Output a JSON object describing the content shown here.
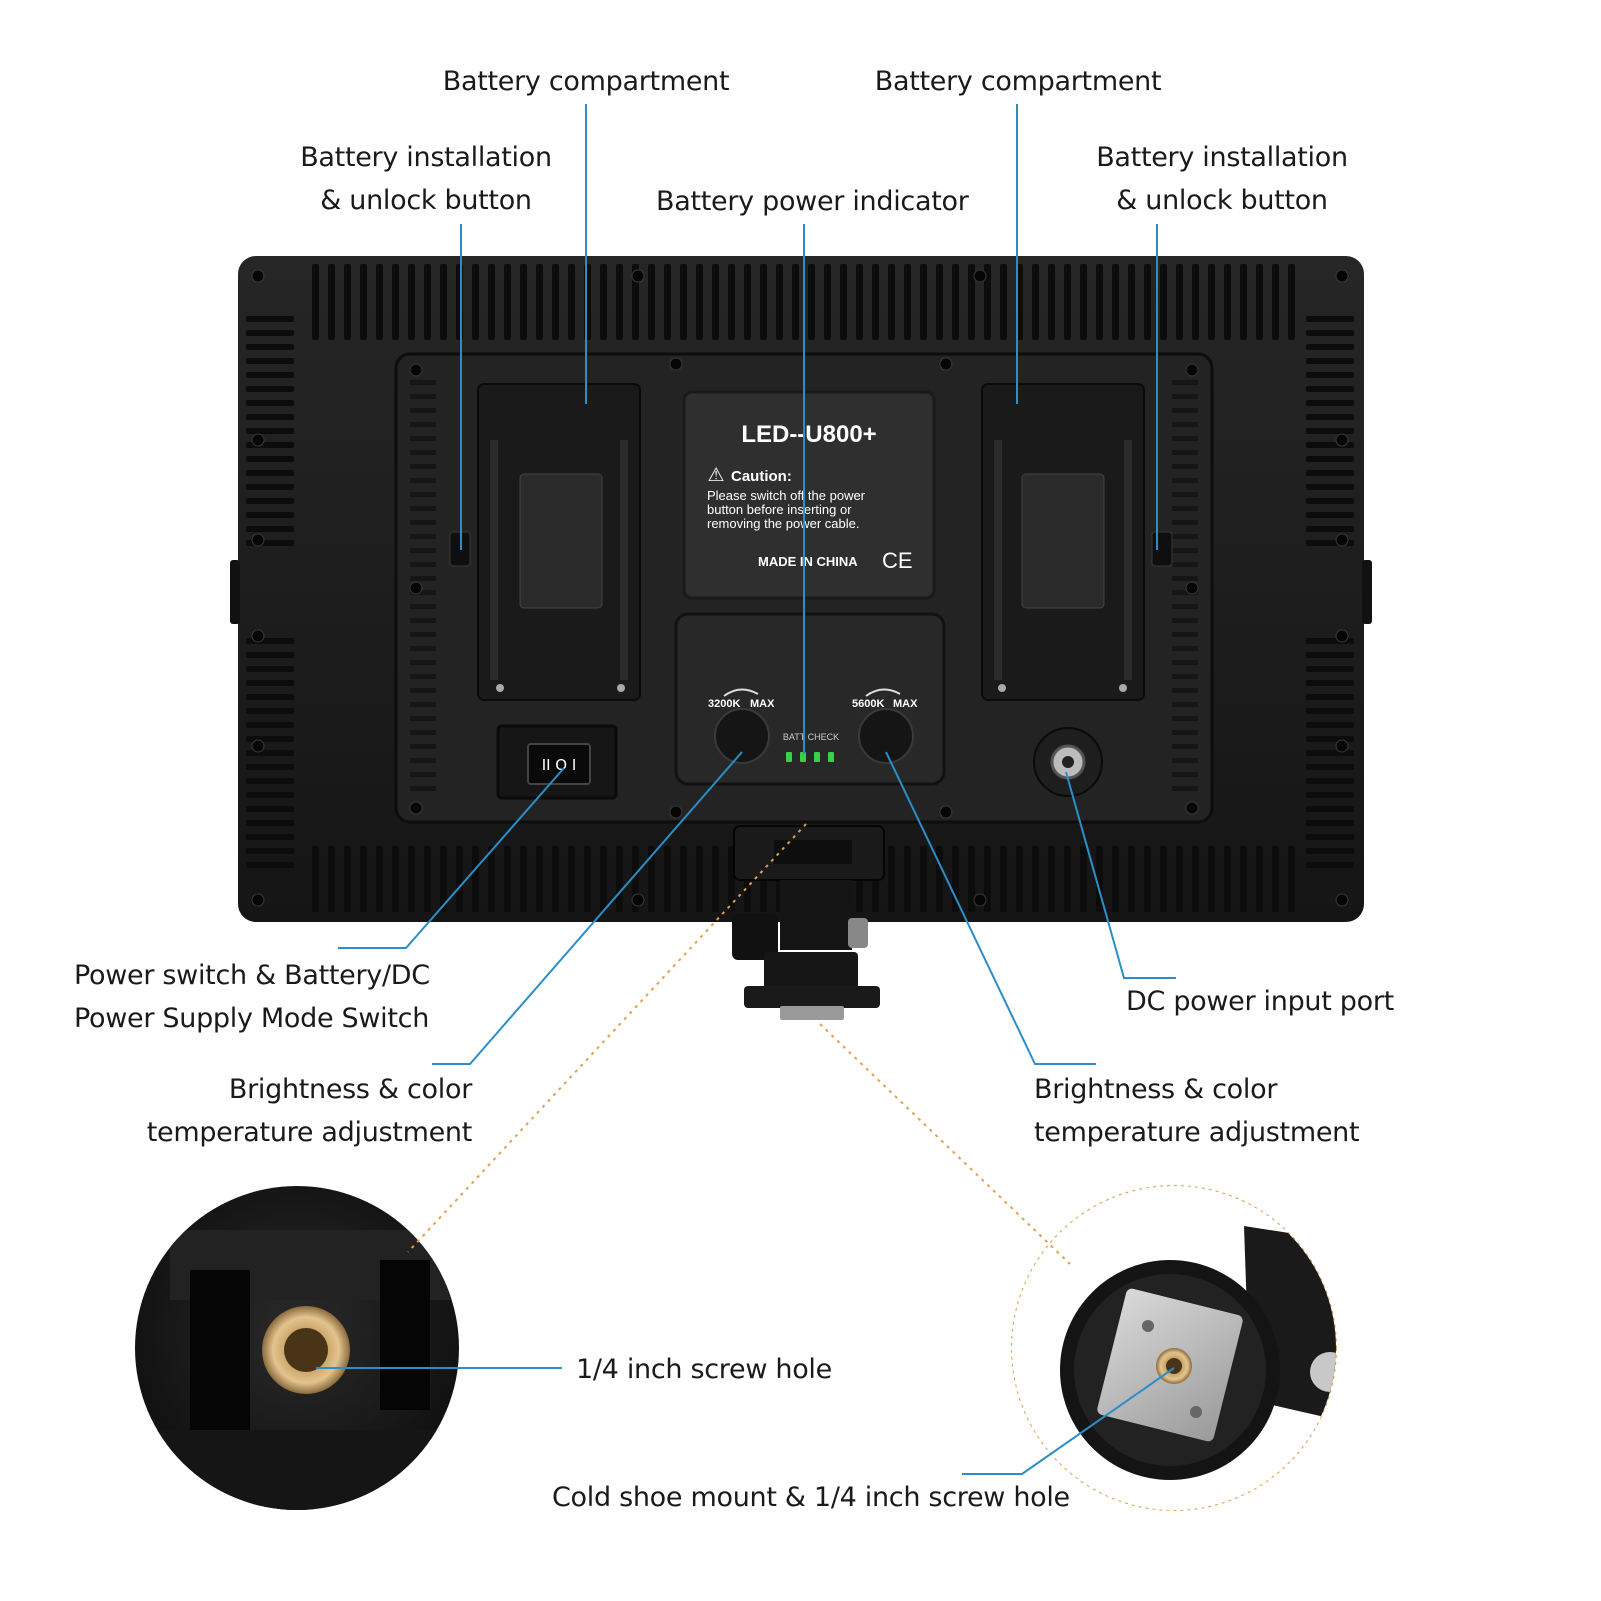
{
  "labels": {
    "battery_compartment_left": "Battery compartment",
    "battery_compartment_right": "Battery compartment",
    "battery_installation_left": [
      "Battery installation",
      "& unlock button"
    ],
    "battery_installation_right": [
      "Battery installation",
      "& unlock button"
    ],
    "battery_power_indicator": "Battery power indicator",
    "power_switch": [
      "Power switch & Battery/DC",
      "Power Supply Mode Switch"
    ],
    "brightness_left": [
      "Brightness & color",
      "temperature adjustment"
    ],
    "brightness_right": [
      "Brightness & color",
      "temperature adjustment"
    ],
    "dc_power_input": "DC power input port",
    "screw_hole": "1/4 inch screw hole",
    "cold_shoe": "Cold shoe mount & 1/4 inch screw hole"
  },
  "device": {
    "model": "LED--U800+",
    "caution_title": "Caution:",
    "caution_lines": [
      "Please switch off the power",
      "button before inserting or",
      "removing the power cable."
    ],
    "made_in": "MADE IN CHINA",
    "ce_mark": "CE",
    "knob_left_label": "3200K",
    "knob_right_label": "5600K",
    "max_label": "MAX",
    "batt_check": "BATT CHECK",
    "indicator_leds_lit": 4,
    "switch_symbols": "II O I"
  },
  "colors": {
    "callout_line": "#2a8fc8",
    "dotted_line": "#e0a050",
    "panel_body": "#1c1c1c",
    "led_green": "#38d14a",
    "brass": "#c9a268"
  }
}
